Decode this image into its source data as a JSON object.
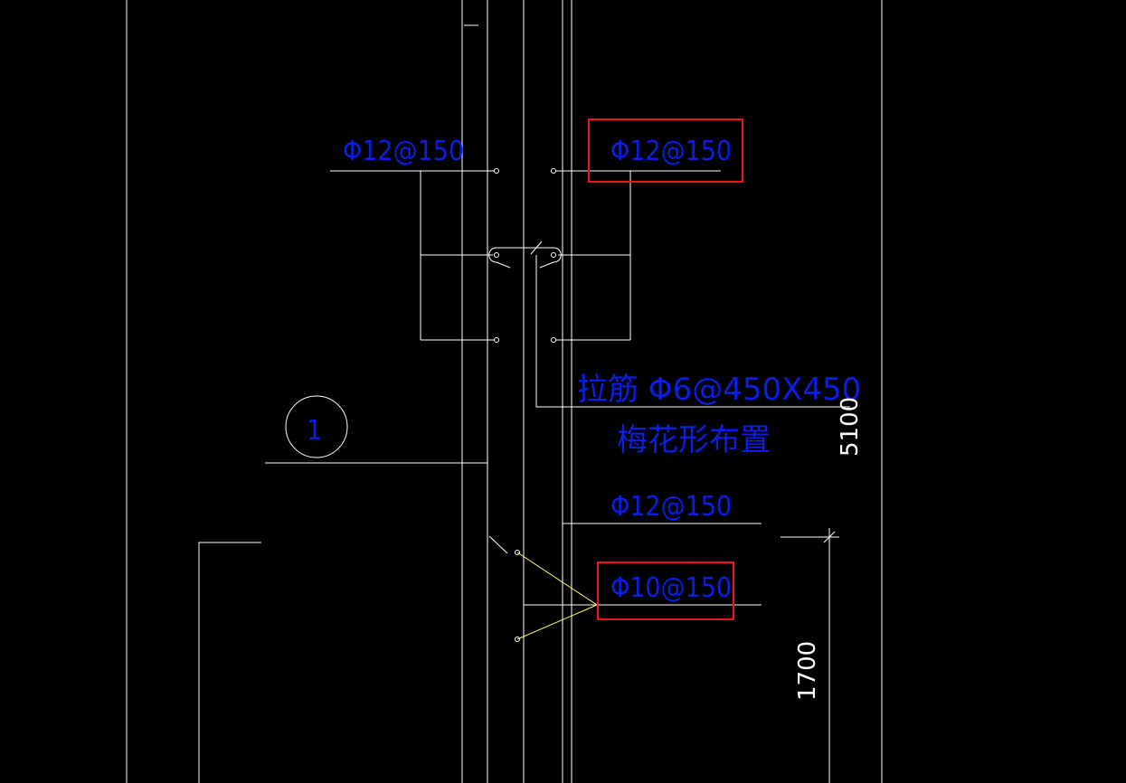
{
  "colors": {
    "background": "#000000",
    "line": "#ffffff",
    "text_blue": "#0a1ee6",
    "leader_yellow": "#ffff66",
    "highlight_red": "#e8141e"
  },
  "labels": {
    "rebar_top_left": "Φ12@150",
    "rebar_top_right": "Φ12@150",
    "tie_bar": "拉筋  Φ6@450X450",
    "tie_layout": "梅花形布置",
    "section_mark": "1",
    "rebar_mid_right": "Φ12@150",
    "rebar_lower_right": "Φ10@150",
    "dim_upper": "5100",
    "dim_lower": "1700"
  }
}
